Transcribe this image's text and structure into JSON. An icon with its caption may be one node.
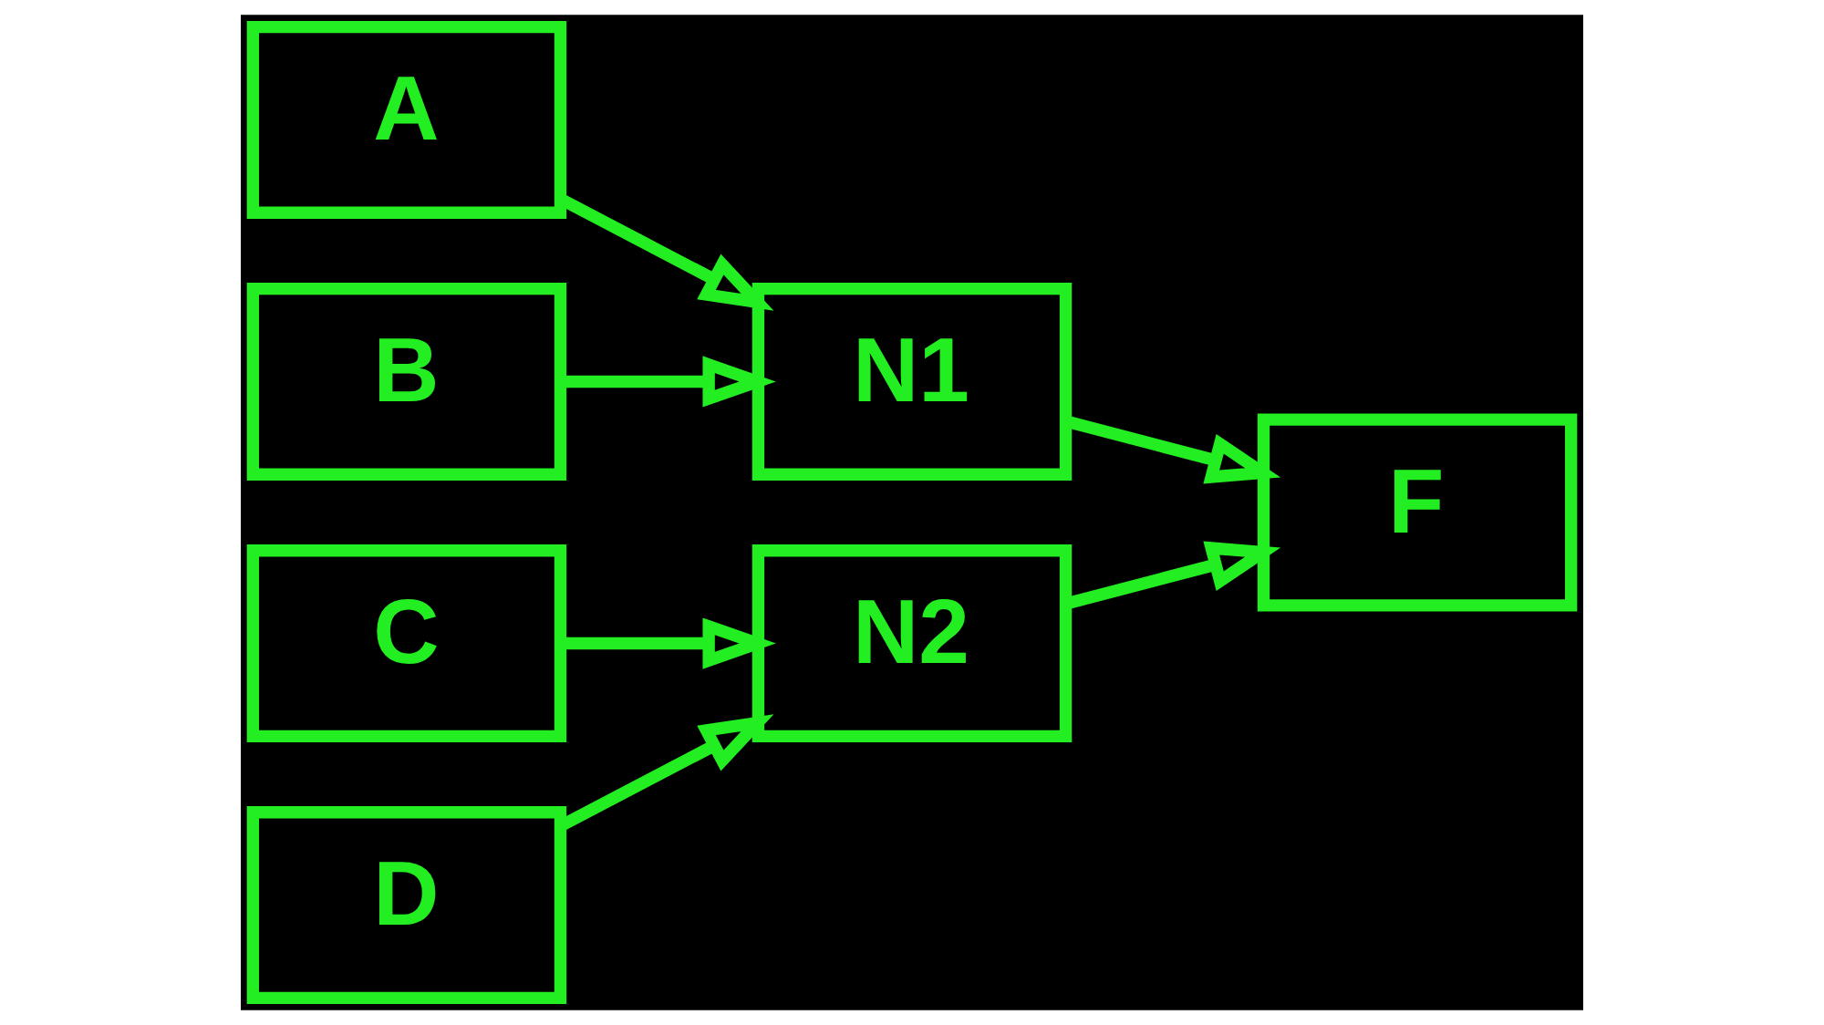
{
  "diagram": {
    "nodes": [
      {
        "text": [
          "A"
        ]
      },
      {
        "text": [
          "B"
        ]
      },
      {
        "text": [
          "C"
        ]
      },
      {
        "text": [
          "D"
        ]
      },
      {
        "text": [
          "N1"
        ]
      },
      {
        "text": [
          "N2"
        ]
      },
      {
        "text": [
          "F"
        ]
      }
    ],
    "edges": [
      {
        "from": 0,
        "to": 4,
        "arrow": "to"
      },
      {
        "from": 1,
        "to": 4,
        "arrow": "to"
      },
      {
        "from": 2,
        "to": 5,
        "arrow": "to"
      },
      {
        "from": 3,
        "to": 5,
        "arrow": "to"
      },
      {
        "from": 4,
        "to": 6,
        "arrow": "to"
      },
      {
        "from": 5,
        "to": 6,
        "arrow": "to"
      }
    ]
  }
}
